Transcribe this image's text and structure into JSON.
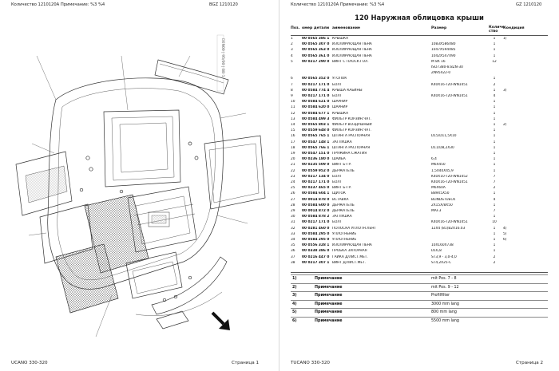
{
  "left_page": {
    "header_left": "Количество 1210120А   Примечание: %3 %4",
    "header_right": "BGZ 1210120",
    "footer_left": "UCANO 330-320",
    "footer_right": "Страница 1",
    "vertical_label": "DEN00 | 95/00 | BB 1"
  },
  "right_page": {
    "header_left": "Количество 1210120А   Примечание: %3 %4",
    "header_right": "GZ 1210120",
    "section_title": "120 Наружная облицовка крыши",
    "columns": {
      "pos": "Поз.",
      "part": "омер детали",
      "name": "аименование",
      "size": "Размер",
      "qty": "Количе ство",
      "cond": "Кондиция"
    },
    "rows": [
      {
        "pos": "1",
        "part": "00 0565 386 1",
        "name": "КРЫШКА",
        "size": "",
        "qty": "1",
        "cond": "1)"
      },
      {
        "pos": "2",
        "part": "00 0565 307 0",
        "name": "ИЗОЛИРУЮЩАЯ ПЕНА",
        "size": "1083X586X80",
        "qty": "1",
        "cond": ""
      },
      {
        "pos": "3",
        "part": "00 0565 363 0",
        "name": "ИЗОЛИРУЮЩАЯ ПЕНА",
        "size": "1047X594X85",
        "qty": "1",
        "cond": ""
      },
      {
        "pos": "4",
        "part": "00 0565 361 0",
        "name": "ИЗОЛИРУЮЩАЯ ПЕНА",
        "size": "1042X547X90",
        "qty": "1",
        "cond": ""
      },
      {
        "pos": "5",
        "part": "00 0217 290 0",
        "name": "ВИНТ С ПЛОСК.ГОЛ.",
        "size": "M 8X 16",
        "qty": "12",
        "cond": ""
      },
      {
        "pos": "",
        "part": "",
        "name": "",
        "size": "ISO7380-8.8ZN-30",
        "qty": "",
        "cond": ""
      },
      {
        "pos": "",
        "part": "",
        "name": "",
        "size": "ZN95422-0",
        "qty": "",
        "cond": ""
      },
      {
        "pos": "6",
        "part": "00 0565 352 0",
        "name": "УГОЛОК",
        "size": "",
        "qty": "1",
        "cond": ""
      },
      {
        "pos": "7",
        "part": "00 0217 171 0",
        "name": "БОЛТ",
        "size": "K40X16-T20-WN1451",
        "qty": "2",
        "cond": ""
      },
      {
        "pos": "8",
        "part": "00 0584 774 4",
        "name": "КРЫША КАБИНЫ",
        "size": "",
        "qty": "1",
        "cond": "3)"
      },
      {
        "pos": "9",
        "part": "00 0217 171 0",
        "name": "БОЛТ",
        "size": "K40X16-T20-WN1451",
        "qty": "4",
        "cond": ""
      },
      {
        "pos": "10",
        "part": "00 0584 621 0",
        "name": "ШАРНИР",
        "size": "",
        "qty": "1",
        "cond": ""
      },
      {
        "pos": "11",
        "part": "00 0584 620 0",
        "name": "ШАРНИР",
        "size": "",
        "qty": "1",
        "cond": ""
      },
      {
        "pos": "12",
        "part": "00 0584 677 1",
        "name": "КРЫШКА",
        "size": "",
        "qty": "1",
        "cond": ""
      },
      {
        "pos": "13",
        "part": "00 0584 499 3",
        "name": "ФИЛЬТР КОРЗИН.ЧАТ.",
        "size": "",
        "qty": "1",
        "cond": ""
      },
      {
        "pos": "14",
        "part": "00 0565 803 1",
        "name": "ФИЛЬТР ВОЗДУШНЫЙ",
        "size": "",
        "qty": "1",
        "cond": "2)"
      },
      {
        "pos": "15",
        "part": "00 0559 648 0",
        "name": "ФИЛЬТР КОРЗИН.ЧАТ.",
        "size": "",
        "qty": "1",
        "cond": ""
      },
      {
        "pos": "16",
        "part": "00 0565 765 1",
        "name": "ШТАНГА РАСПОРНАЯ",
        "size": "D15/D11,5X10",
        "qty": "1",
        "cond": ""
      },
      {
        "pos": "17",
        "part": "00 0547 148 1",
        "name": "ЗАГЛУШКА",
        "size": "",
        "qty": "1",
        "cond": ""
      },
      {
        "pos": "18",
        "part": "00 0565 766 1",
        "name": "ШТАНГА РАСПОРНАЯ",
        "size": "D11/D8,2X30",
        "qty": "1",
        "cond": ""
      },
      {
        "pos": "19",
        "part": "00 0547 151 0",
        "name": "ПРУЖИНА СЖАТИЯ",
        "size": "",
        "qty": "1",
        "cond": ""
      },
      {
        "pos": "20",
        "part": "00 0236 180 0",
        "name": "ШАЙБА",
        "size": "6,4",
        "qty": "1",
        "cond": ""
      },
      {
        "pos": "21",
        "part": "00 0235 509 0",
        "name": "ВИНТ Б-ГР.",
        "size": "M6X450",
        "qty": "1",
        "cond": ""
      },
      {
        "pos": "22",
        "part": "00 0559 952 0",
        "name": "ДЕРЖАТЕЛЬ",
        "size": "1,5X40X45,9",
        "qty": "1",
        "cond": ""
      },
      {
        "pos": "23",
        "part": "00 0217 134 0",
        "name": "БОЛТ",
        "size": "K40X10-T20-WN1452",
        "qty": "7",
        "cond": ""
      },
      {
        "pos": "24",
        "part": "00 0217 171 0",
        "name": "БОЛТ",
        "size": "K40X16-T20-WN1451",
        "qty": "7",
        "cond": ""
      },
      {
        "pos": "25",
        "part": "00 0237 465 0",
        "name": "ВИНТ Б-ГР.",
        "size": "M6X60A",
        "qty": "2",
        "cond": ""
      },
      {
        "pos": "26",
        "part": "00 0584 604 1",
        "name": "ЩИТОК",
        "size": "B89X5X50",
        "qty": "1",
        "cond": ""
      },
      {
        "pos": "27",
        "part": "00 0014 878 0",
        "name": "ВСТАВКА",
        "size": "BLINDSTUECK",
        "qty": "4",
        "cond": ""
      },
      {
        "pos": "28",
        "part": "00 0584 600 0",
        "name": "ДЕРЖАТЕЛЬ",
        "size": "2X15X/8X50",
        "qty": "1",
        "cond": ""
      },
      {
        "pos": "29",
        "part": "00 0014 872 0",
        "name": "ДЕРЖАТЕЛЬ",
        "size": "MAF.3",
        "qty": "7",
        "cond": ""
      },
      {
        "pos": "30",
        "part": "00 0584 878 2",
        "name": "ЗАГЛУШКА",
        "size": "",
        "qty": "1",
        "cond": ""
      },
      {
        "pos": "31",
        "part": "00 0217 171 0",
        "name": "БОЛТ",
        "size": "K40X16-T20-WN1451",
        "qty": "10",
        "cond": ""
      },
      {
        "pos": "32",
        "part": "00 0281 460 0",
        "name": "ПОЛОСКА УПЛОТН.ЛЕНТ",
        "size": "12X4 (81)B2X16.03",
        "qty": "1",
        "cond": "4)"
      },
      {
        "pos": "33",
        "part": "00 0584 295 0",
        "name": "УПЛОТНЕНИЕ",
        "size": "",
        "qty": "1",
        "cond": "5)"
      },
      {
        "pos": "34",
        "part": "00 0584 295 0",
        "name": "УПЛОТНЕНИЕ",
        "size": "",
        "qty": "1",
        "cond": "6)"
      },
      {
        "pos": "35",
        "part": "00 0556 328 1",
        "name": "ИЗОЛИРУЮЩАЯ ПЕНА",
        "size": "10X160X738",
        "qty": "1",
        "cond": ""
      },
      {
        "pos": "36",
        "part": "00 0338 386 0",
        "name": "ПРОБКА ЗАПОРНАЯ",
        "size": "D16,8",
        "qty": "1",
        "cond": ""
      },
      {
        "pos": "37",
        "part": "00 0216 447 0",
        "name": "ГАЙКА Д/ЛИСТ.МЕТ.",
        "size": "ST3,9 - 3,0-4,0",
        "qty": "2",
        "cond": ""
      },
      {
        "pos": "38",
        "part": "00 0217 307 1",
        "name": "ВИНТ Д/ЛИСТ.МЕТ.",
        "size": "ST4,2X25-C",
        "qty": "2",
        "cond": ""
      }
    ],
    "notes": [
      {
        "id": "1)",
        "label": "Примечание",
        "value": "mit Pos. 7 - 8"
      },
      {
        "id": "2)",
        "label": "Примечание",
        "value": "mit Pos. 9 - 12"
      },
      {
        "id": "3)",
        "label": "Примечание",
        "value": "Profilfilter"
      },
      {
        "id": "4)",
        "label": "Примечание",
        "value": "3000 mm lang"
      },
      {
        "id": "5)",
        "label": "Примечание",
        "value": "800 mm lang"
      },
      {
        "id": "6)",
        "label": "Примечание",
        "value": "5500 mm lang"
      }
    ],
    "footer_left": "TUCANO 330-320",
    "footer_right": "Страница 2"
  },
  "colors": {
    "line": "#333333",
    "hatch": "#555555",
    "rule": "#555555"
  }
}
